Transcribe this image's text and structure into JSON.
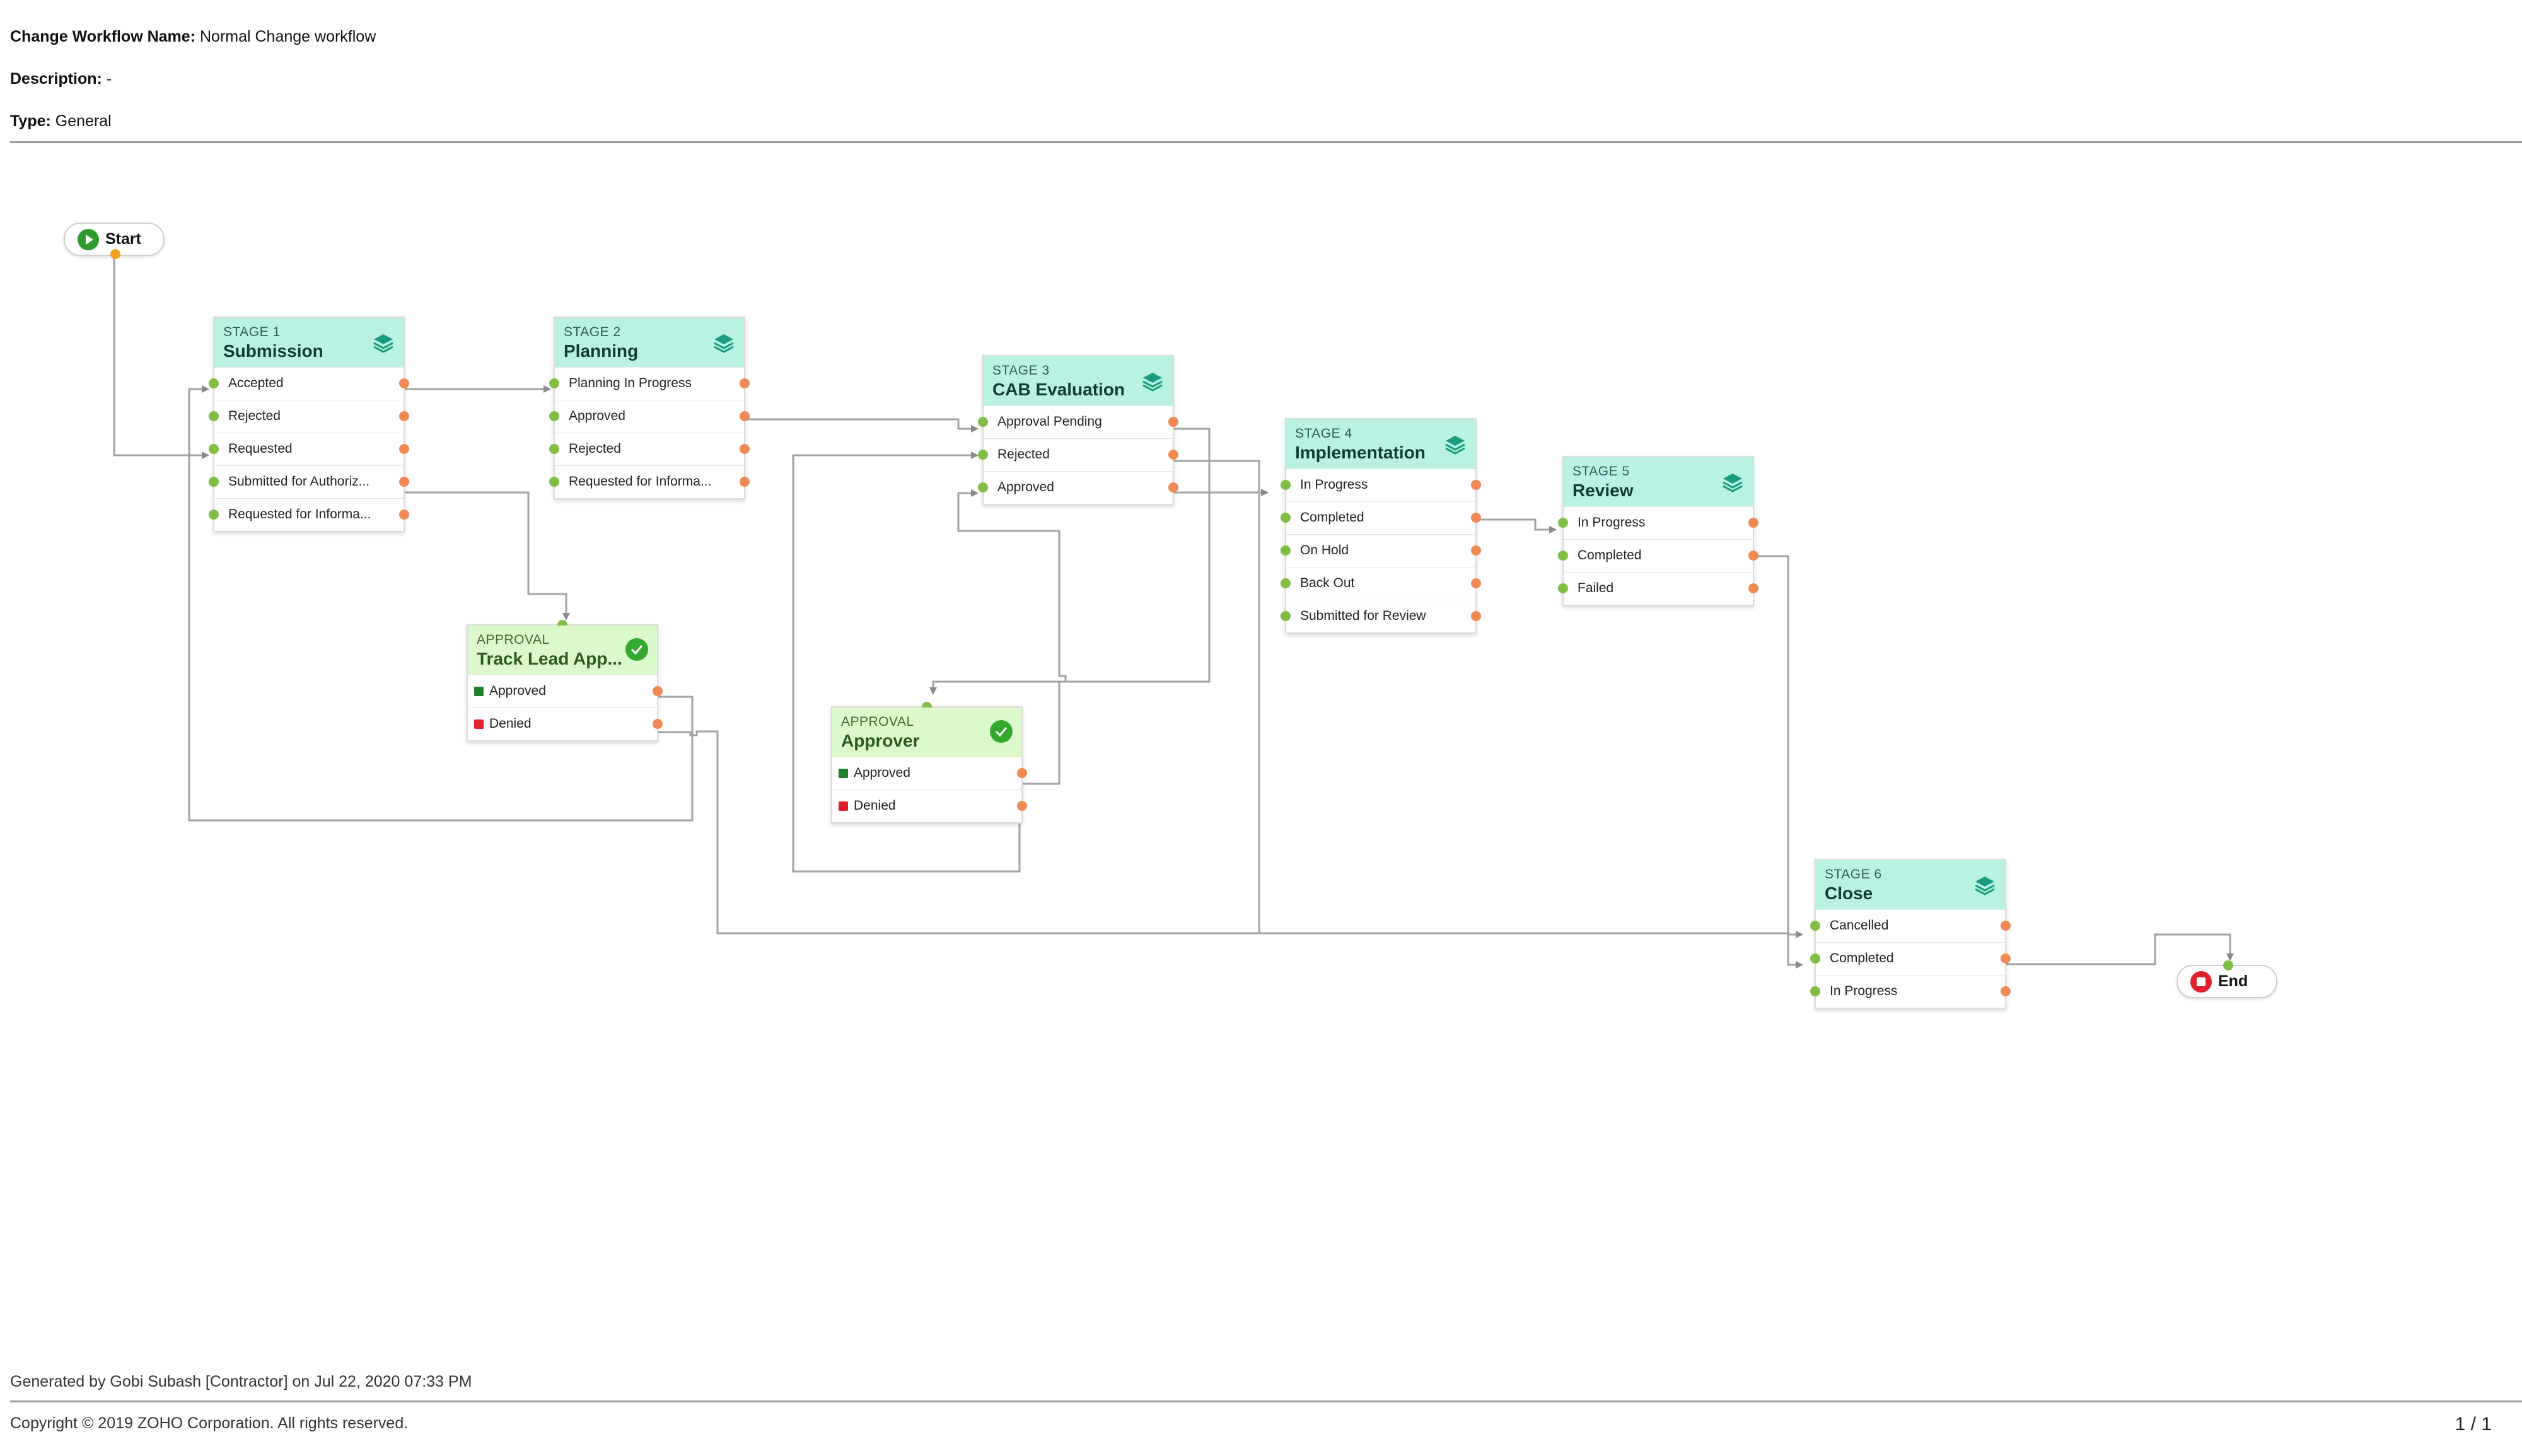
{
  "header": {
    "name_label": "Change Workflow Name:",
    "name_value": "Normal Change workflow",
    "description_label": "Description:",
    "description_value": "-",
    "type_label": "Type:",
    "type_value": "General"
  },
  "terminals": {
    "start": "Start",
    "end": "End"
  },
  "stages": [
    {
      "tag": "STAGE 1",
      "title": "Submission",
      "statuses": [
        "Accepted",
        "Rejected",
        "Requested",
        "Submitted for Authoriz...",
        "Requested for Informa..."
      ]
    },
    {
      "tag": "STAGE 2",
      "title": "Planning",
      "statuses": [
        "Planning In Progress",
        "Approved",
        "Rejected",
        "Requested for Informa..."
      ]
    },
    {
      "tag": "STAGE 3",
      "title": "CAB Evaluation",
      "statuses": [
        "Approval Pending",
        "Rejected",
        "Approved"
      ]
    },
    {
      "tag": "STAGE 4",
      "title": "Implementation",
      "statuses": [
        "In Progress",
        "Completed",
        "On Hold",
        "Back Out",
        "Submitted for Review"
      ]
    },
    {
      "tag": "STAGE 5",
      "title": "Review",
      "statuses": [
        "In Progress",
        "Completed",
        "Failed"
      ]
    },
    {
      "tag": "STAGE 6",
      "title": "Close",
      "statuses": [
        "Cancelled",
        "Completed",
        "In Progress"
      ]
    }
  ],
  "approvals": [
    {
      "tag": "APPROVAL",
      "title": "Track Lead App...",
      "outcomes": [
        "Approved",
        "Denied"
      ]
    },
    {
      "tag": "APPROVAL",
      "title": "Approver",
      "outcomes": [
        "Approved",
        "Denied"
      ]
    }
  ],
  "colors": {
    "stage_header": "#b9f2e3",
    "approval_header": "#dcf9cc",
    "in_port": "#7fbf45",
    "out_port": "#f08a55",
    "start_port": "#f0a020",
    "approved_marker": "#1f7f2a",
    "denied_marker": "#e0202a",
    "connector": "#9a9a9a"
  },
  "footer": {
    "generated": "Generated by Gobi Subash [Contractor] on Jul 22, 2020 07:33 PM",
    "copyright": "Copyright © 2019 ZOHO Corporation. All rights reserved.",
    "page": "1 / 1"
  }
}
